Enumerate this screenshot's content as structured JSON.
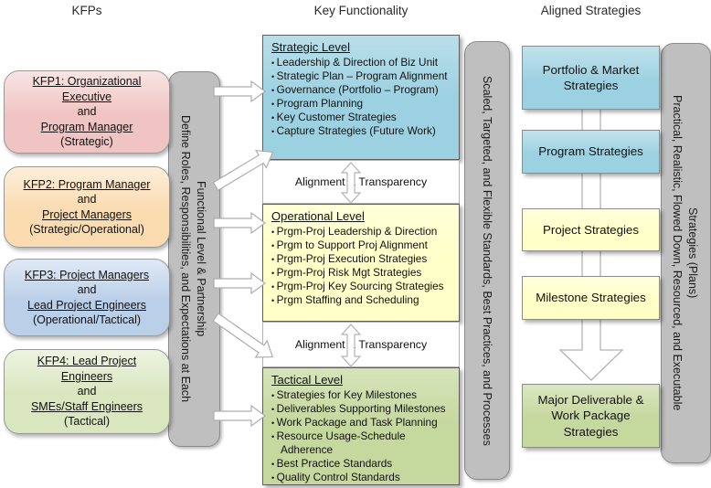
{
  "headers": {
    "left": "KFPs",
    "middle": "Key Functionality",
    "right": "Aligned Strategies"
  },
  "colors": {
    "kfp_pink": "#F0C4C2",
    "kfp_orange": "#FBDBB0",
    "kfp_blue": "#BACFE8",
    "kfp_green": "#D9E6BE",
    "level_blue": "#9CD1E1",
    "level_yellow": "#FFFFC8",
    "level_green": "#C5D89D",
    "bar_gray": "#BFBFBF"
  },
  "kfp_boxes": [
    {
      "role1": "KFP1: Organizational Executive",
      "connector": "and",
      "role2": "Program Manager",
      "scope": "(Strategic)",
      "color": "#F0C4C2"
    },
    {
      "role1": "KFP2: Program Manager",
      "connector": "and",
      "role2": "Project Managers",
      "scope": "(Strategic/Operational)",
      "color": "#FBDBB0"
    },
    {
      "role1": "KFP3: Project Managers",
      "connector": "and",
      "role2": "Lead Project Engineers",
      "scope": "(Operational/Tactical)",
      "color": "#BACFE8"
    },
    {
      "role1": "KFP4: Lead Project Engineers",
      "connector": "and",
      "role2": "SMEs/Staff Engineers",
      "scope": "(Tactical)",
      "color": "#D9E6BE"
    }
  ],
  "left_bar": {
    "line1": "Define Roles, Responsibilities, and Expectations at Each",
    "line2": "Functional Level & Partnership"
  },
  "functionality": [
    {
      "title": "Strategic Level",
      "color": "#9CD1E1",
      "bullets": [
        "Leadership & Direction of Biz Unit",
        "Strategic Plan – Program Alignment",
        "Governance (Portfolio – Program)",
        "Program Planning",
        "Key Customer Strategies",
        "Capture Strategies (Future Work)"
      ]
    },
    {
      "title": "Operational Level",
      "color": "#FFFFC8",
      "bullets": [
        "Prgm-Proj Leadership & Direction",
        "Prgm to Support Proj Alignment",
        "Prgm-Proj Execution Strategies",
        "Prgm-Proj Risk Mgt Strategies",
        "Prgm-Proj Key Sourcing Strategies",
        "Prgm Staffing and Scheduling"
      ]
    },
    {
      "title": "Tactical Level",
      "color": "#C5D89D",
      "bullets": [
        "Strategies for Key Milestones",
        "Deliverables Supporting Milestones",
        "Work Package and Task Planning",
        "Resource Usage-Schedule Adherence",
        "Best Practice Standards",
        "Quality Control Standards"
      ]
    }
  ],
  "alignment_label": "Alignment & Transparency",
  "middle_bar": "Scaled, Targeted, and Flexible Standards, Best Practices, and Processes",
  "strategies": [
    {
      "label": "Portfolio & Market Strategies",
      "color": "#9CD1E1"
    },
    {
      "label": "Program Strategies",
      "color": "#9CD1E1"
    },
    {
      "label": "Project Strategies",
      "color": "#FFFFC8"
    },
    {
      "label": "Milestone Strategies",
      "color": "#FFFFC8"
    },
    {
      "label": "Major Deliverable & Work Package Strategies",
      "color": "#C5D89D"
    }
  ],
  "right_bar": {
    "line1": "Practical, Realistic, Flowed Down, Resourced, and Executable",
    "line2": "Strategies (Plans)"
  }
}
